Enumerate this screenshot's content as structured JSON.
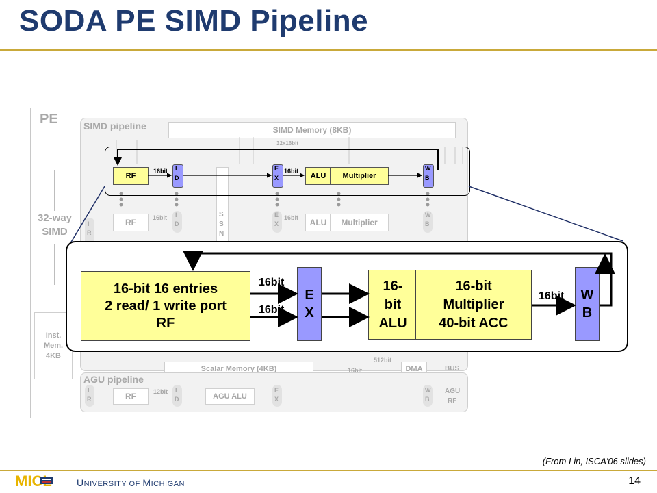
{
  "slide": {
    "title": "SODA PE SIMD Pipeline",
    "source": "(From Lin, ISCA'06 slides)",
    "page_number": "14",
    "university_first": "U",
    "university_rest1": "NIVERSITY OF ",
    "university_m": "M",
    "university_rest2": "ICHIGAN",
    "logo": "MICL"
  },
  "bg": {
    "pe": "PE",
    "simd_pipeline": "SIMD pipeline",
    "simd_memory": "SIMD Memory (8KB)",
    "bus32": "32x16bit",
    "way": "32-way",
    "simd": "SIMD",
    "rf": "RF",
    "bit16": "16bit",
    "id_i": "I",
    "id_d": "D",
    "ex_e": "E",
    "ex_x": "X",
    "alu": "ALU",
    "multiplier": "Multiplier",
    "wb_w": "W",
    "wb_b": "B",
    "ssn_s1": "S",
    "ssn_s2": "S",
    "ssn_n": "N",
    "ir_i": "I",
    "ir_r": "R",
    "r_letter": "R",
    "d_letter": "D",
    "x_letter": "X",
    "b_letter": "B",
    "rf_right": "RF",
    "inst_mem": [
      "Inst.",
      "Mem.",
      "4KB"
    ],
    "bit512": "512bit",
    "scalar_memory": "Scalar Memory (4KB)",
    "bit16_b": "16bit",
    "dma": "DMA",
    "bus": "BUS",
    "agu_pipeline": "AGU pipeline",
    "agu_rf": "RF",
    "bit12": "12bit",
    "agu_alu": "AGU ALU",
    "agu": "AGU",
    "agu_rf2": "RF"
  },
  "zoom": {
    "rf_block": [
      "16-bit 16 entries",
      "2 read/ 1 write port",
      "RF"
    ],
    "bus_top": "16bit",
    "bus_bottom": "16bit",
    "ex": [
      "E",
      "X"
    ],
    "alu": [
      "16-",
      "bit",
      "ALU"
    ],
    "mult": [
      "16-bit",
      "Multiplier",
      "40-bit ACC"
    ],
    "bus_wb": "16bit",
    "wb": [
      "W",
      "B"
    ]
  },
  "colors": {
    "title": "#1f3b6f",
    "rule": "#c9a93a",
    "yellow": "#ffff99",
    "violet": "#9999ff"
  }
}
